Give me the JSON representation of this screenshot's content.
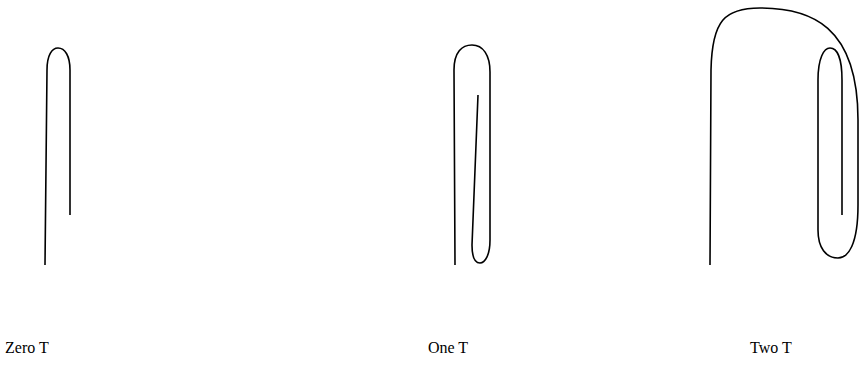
{
  "diagram": {
    "labels": [
      "Zero T",
      "One T",
      "Two T"
    ]
  }
}
